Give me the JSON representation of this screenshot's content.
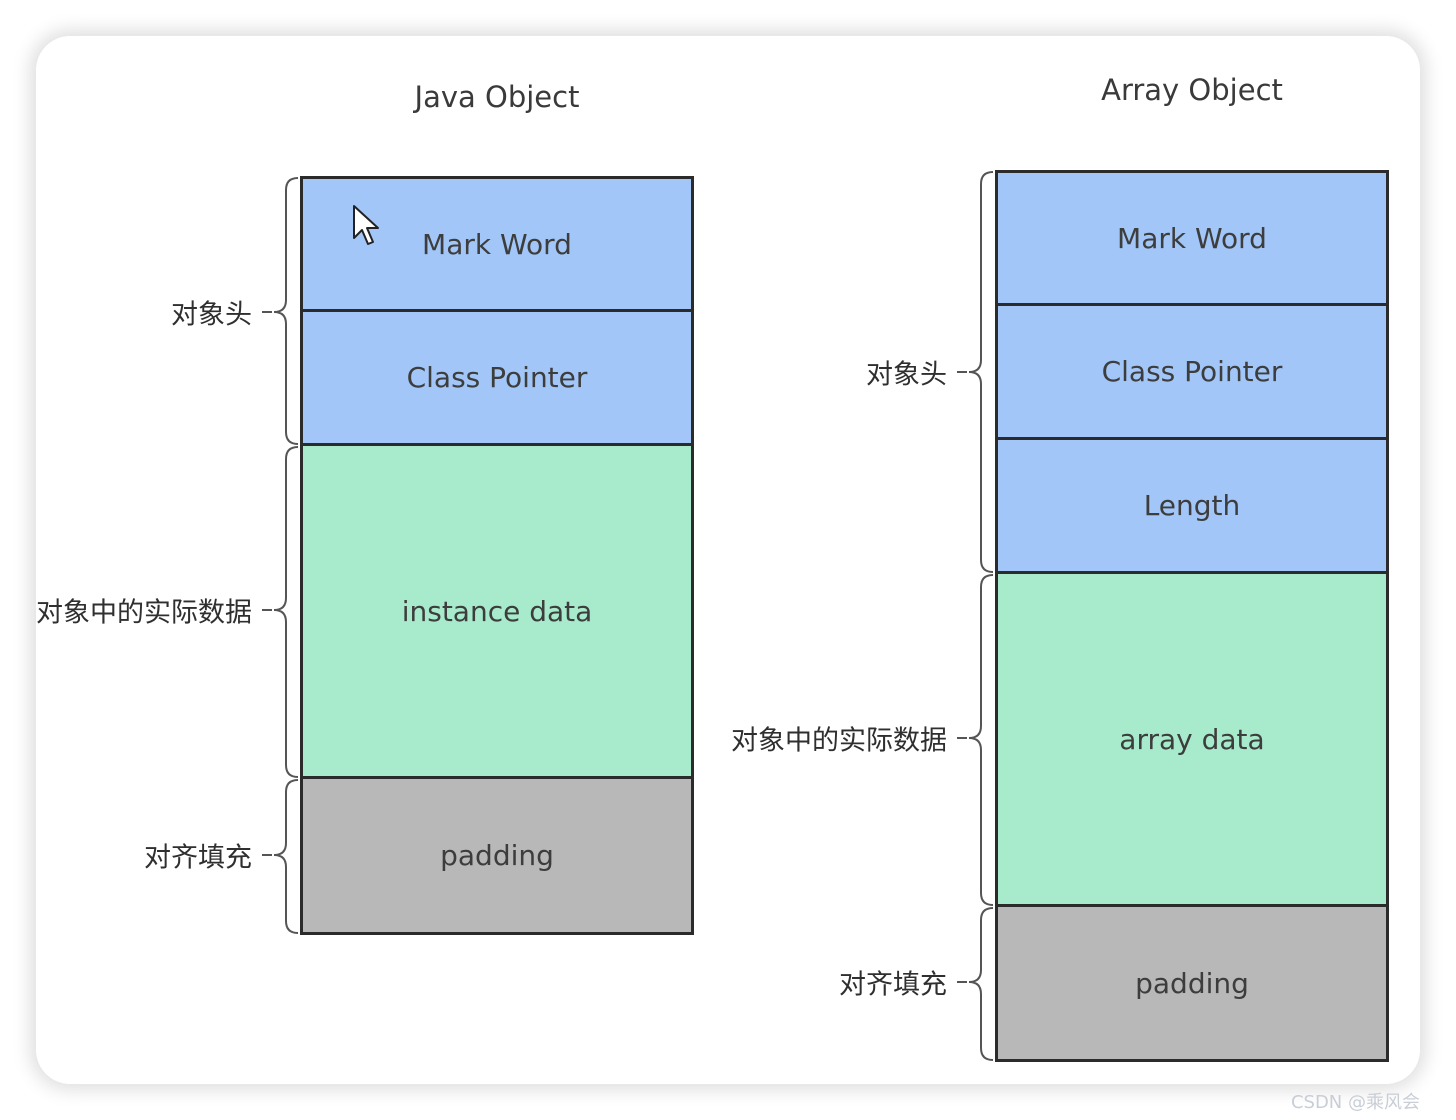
{
  "java_object": {
    "title": "Java Object",
    "blocks": {
      "mark_word": "Mark Word",
      "class_pointer": "Class Pointer",
      "instance_data": "instance data",
      "padding": "padding"
    },
    "labels": {
      "header": "对象头",
      "data": "对象中的实际数据",
      "padding": "对齐填充"
    }
  },
  "array_object": {
    "title": "Array Object",
    "blocks": {
      "mark_word": "Mark Word",
      "class_pointer": "Class Pointer",
      "length": "Length",
      "array_data": "array data",
      "padding": "padding"
    },
    "labels": {
      "header": "对象头",
      "data": "对象中的实际数据",
      "padding": "对齐填充"
    }
  },
  "colors": {
    "header": "#a1c6f7",
    "data": "#a7ebcc",
    "padding": "#b8b8b8",
    "border": "#2b2b2b"
  },
  "watermark": "CSDN @乘风会"
}
